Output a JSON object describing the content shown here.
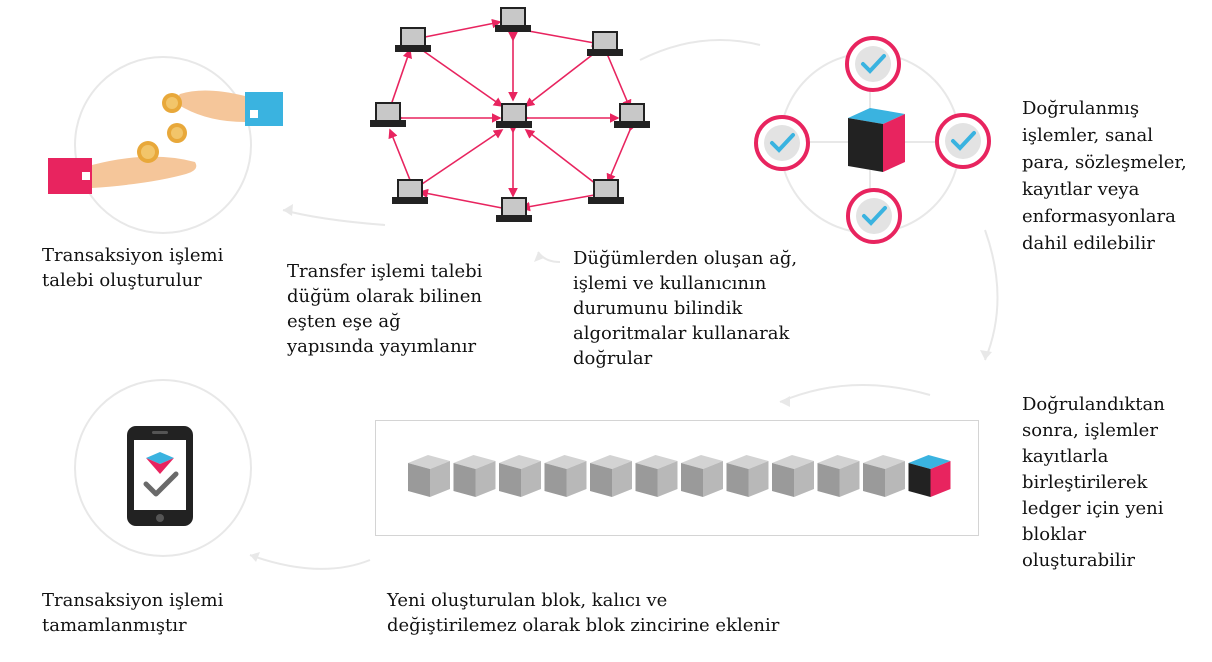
{
  "diagram": {
    "colors": {
      "accent_pink": "#e8245f",
      "accent_blue": "#3ab3e0",
      "guide_gray": "#e6e6e6",
      "block_gray": "#b8b8b8",
      "skin": "#f5c69a",
      "coin": "#e8a83a"
    },
    "captions": {
      "step1": "Transaksiyon işlemi\ntalebi oluşturulur",
      "step2": "Transfer işlemi talebi\ndüğüm olarak bilinen\neşten eşe ağ\nyapısında yayımlanır",
      "step3": "Düğümlerden oluşan ağ,\nişlemi ve kullanıcının\ndurumunu bilindik\nalgoritmalar kullanarak\ndoğrular",
      "step4": "Doğrulanmış\nişlemler, sanal\npara, sözleşmeler,\nkayıtlar veya\nenformasyonlara\ndahil edilebilir",
      "step5": "Doğrulandıktan\nsonra, işlemler\nkayıtlarla\nbirleştirilerek\nledger için yeni\nbloklar\noluşturabilir",
      "step6": "Yeni oluşturulan blok, kalıcı ve\ndeğiştirilemez olarak  blok zincirine eklenir",
      "step7": "Transaksiyon işlemi\ntamamlanmıştır"
    },
    "icons": {
      "step1": "hand-coins-icon",
      "step2": "p2p-network-icon",
      "step3": "verification-check-icon",
      "step4": "blockchain-chain-icon",
      "step5": "smartphone-check-icon"
    }
  }
}
